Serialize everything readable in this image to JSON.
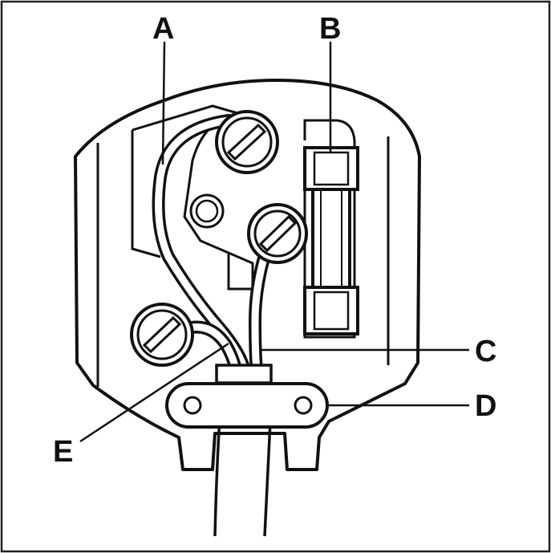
{
  "colors": {
    "ink": "#111111",
    "paper": "#ffffff",
    "frame": "#222222"
  },
  "labels": {
    "a": "A",
    "b": "B",
    "c": "C",
    "d": "D",
    "e": "E"
  }
}
